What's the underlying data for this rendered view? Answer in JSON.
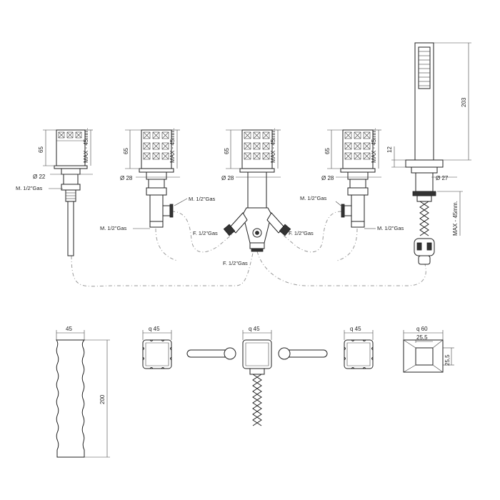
{
  "dimensions": {
    "spout_height": "65",
    "spout_max": "MAX - 45mm.",
    "spout_diameter": "Ø 22",
    "spout_thread": "M. 1/2\"Gas",
    "lvalve_height": "65",
    "lvalve_max": "MAX - 45mm.",
    "lvalve_diameter": "Ø  28",
    "lvalve_thread_side": "M. 1/2\"Gas",
    "lvalve_thread_bottom": "M. 1/2\"Gas",
    "diverter_height": "65",
    "diverter_max": "MAX - 45mm.",
    "diverter_diameter": "Ø  28",
    "diverter_left_thread": "F. 1/2\"Gas",
    "diverter_right_thread": "F. 1/2\"Gas",
    "diverter_bottom_thread": "F. 1/2\"Gas",
    "rvalve_height": "65",
    "rvalve_max": "MAX - 45mm.",
    "rvalve_diameter": "Ø  28",
    "rvalve_thread_side": "M. 1/2\"Gas",
    "rvalve_thread_bottom": "M. 1/2\"Gas",
    "shower_length": "203",
    "shower_collar": "12",
    "shower_diameter": "Ø 27",
    "shower_max": "MAX - 45mm."
  },
  "plan": {
    "spout_width": "45",
    "spout_length": "200",
    "lvalve_width": "q  45",
    "diverter_width": "q  45",
    "rvalve_width": "q  45",
    "holder_width": "q  60",
    "holder_inner_w": "25,5",
    "holder_inner_h": "25,5"
  }
}
